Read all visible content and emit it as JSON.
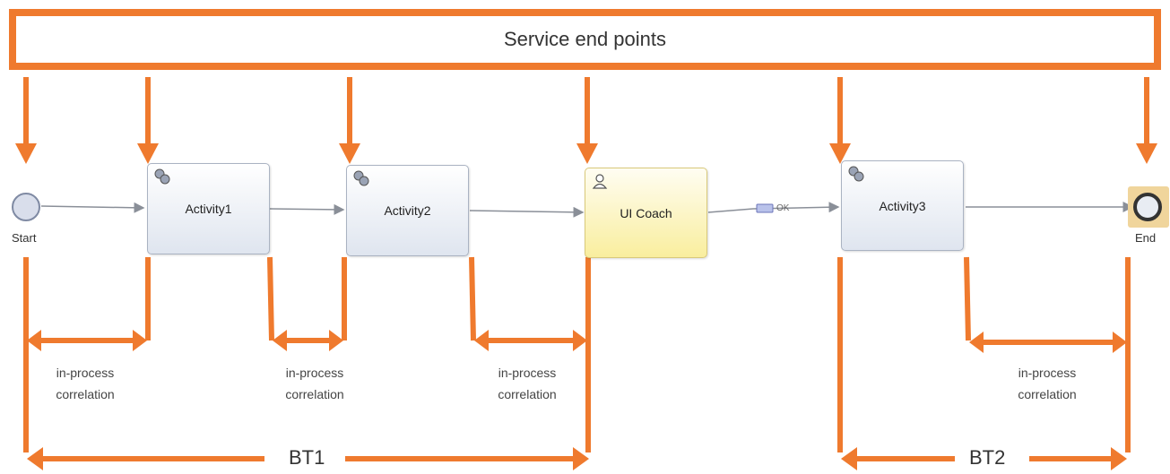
{
  "service_endpoints": {
    "title": "Service end points"
  },
  "events": {
    "start": "Start",
    "end": "End"
  },
  "tasks": [
    {
      "label": "Activity1"
    },
    {
      "label": "Activity2"
    },
    {
      "label": "UI Coach"
    },
    {
      "label": "Activity3"
    }
  ],
  "flow_labels": {
    "ok": "OK"
  },
  "correlations": [
    {
      "line1": "in-process",
      "line2": "correlation"
    },
    {
      "line1": "in-process",
      "line2": "correlation"
    },
    {
      "line1": "in-process",
      "line2": "correlation"
    },
    {
      "line1": "in-process",
      "line2": "correlation"
    }
  ],
  "transactions": {
    "bt1": "BT1",
    "bt2": "BT2"
  },
  "colors": {
    "accent": "#ef7a2e",
    "task_fill": "#e4e9f2",
    "coach_fill": "#fbf0a8",
    "flow_line": "#8a8f98"
  }
}
